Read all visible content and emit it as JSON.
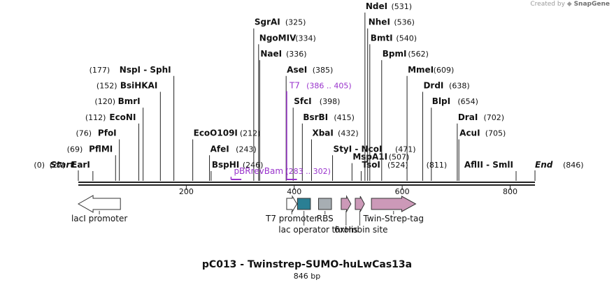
{
  "header": {
    "credit_prefix": "Created by",
    "credit_brand": "SnapGene"
  },
  "plasmid": {
    "name": "pC013 - Twinstrep-SUMO-huLwCas13a",
    "length_label": "846 bp",
    "length": 846
  },
  "colors": {
    "primer": "#9933cc",
    "line": "#222222",
    "text": "#111111",
    "tag_pink": "#cc99b8",
    "operator_teal": "#2a7f94",
    "rbs_gray": "#a7aeb3"
  },
  "axis": {
    "ticks": [
      200,
      400,
      600,
      800
    ]
  },
  "ends": [
    {
      "name": "Start",
      "pos": 0,
      "pos_label": "(0)"
    },
    {
      "name": "End",
      "pos": 846,
      "pos_label": "(846)"
    }
  ],
  "sites": [
    {
      "name": "EarI",
      "pos_label": "(27)",
      "pos": 27,
      "side": "left",
      "row": 0
    },
    {
      "name": "PflMI",
      "pos_label": "(69)",
      "pos": 69,
      "side": "left",
      "row": 1
    },
    {
      "name": "PfoI",
      "pos_label": "(76)",
      "pos": 76,
      "side": "left",
      "row": 2
    },
    {
      "name": "EcoNI",
      "pos_label": "(112)",
      "pos": 112,
      "side": "left",
      "row": 3
    },
    {
      "name": "BmrI",
      "pos_label": "(120)",
      "pos": 120,
      "side": "left",
      "row": 4
    },
    {
      "name": "BsiHKAI",
      "pos_label": "(152)",
      "pos": 152,
      "side": "left",
      "row": 5
    },
    {
      "name": "NspI - SphI",
      "pos_label": "(177)",
      "pos": 177,
      "side": "left",
      "row": 6
    },
    {
      "name": "EcoO109I",
      "pos_label": "(212)",
      "pos": 212,
      "side": "right",
      "row": 2
    },
    {
      "name": "AfeI",
      "pos_label": "(243)",
      "pos": 243,
      "side": "right",
      "row": 1
    },
    {
      "name": "BspHI",
      "pos_label": "(246)",
      "pos": 246,
      "side": "right",
      "row": 0
    },
    {
      "name": "SgrAI",
      "pos_label": "(325)",
      "pos": 325,
      "side": "right",
      "row": 9
    },
    {
      "name": "NgoMIV",
      "pos_label": "(334)",
      "pos": 334,
      "side": "right",
      "row": 8
    },
    {
      "name": "NaeI",
      "pos_label": "(336)",
      "pos": 336,
      "side": "right",
      "row": 7
    },
    {
      "name": "AseI",
      "pos_label": "(385)",
      "pos": 385,
      "side": "right",
      "row": 6
    },
    {
      "name": "SfcI",
      "pos_label": "(398)",
      "pos": 398,
      "side": "right",
      "row": 4
    },
    {
      "name": "BsrBI",
      "pos_label": "(415)",
      "pos": 415,
      "side": "right",
      "row": 3
    },
    {
      "name": "XbaI",
      "pos_label": "(432)",
      "pos": 432,
      "side": "right",
      "row": 2
    },
    {
      "name": "StyI - NcoI",
      "pos_label": "(471)",
      "pos": 471,
      "side": "right",
      "row": 1
    },
    {
      "name": "MspA1I",
      "pos_label": "(507)",
      "pos": 507,
      "side": "right",
      "row": 0.5
    },
    {
      "name": "TsoI",
      "pos_label": "(524)",
      "pos": 524,
      "side": "right",
      "row": 0
    },
    {
      "name": "NdeI",
      "pos_label": "(531)",
      "pos": 531,
      "side": "right",
      "row": 10
    },
    {
      "name": "NheI",
      "pos_label": "(536)",
      "pos": 536,
      "side": "right",
      "row": 9
    },
    {
      "name": "BmtI",
      "pos_label": "(540)",
      "pos": 540,
      "side": "right",
      "row": 8
    },
    {
      "name": "BpmI",
      "pos_label": "(562)",
      "pos": 562,
      "side": "right",
      "row": 7
    },
    {
      "name": "MmeI",
      "pos_label": "(609)",
      "pos": 609,
      "side": "right",
      "row": 6
    },
    {
      "name": "DrdI",
      "pos_label": "(638)",
      "pos": 638,
      "side": "right",
      "row": 5
    },
    {
      "name": "BlpI",
      "pos_label": "(654)",
      "pos": 654,
      "side": "right",
      "row": 4
    },
    {
      "name": "DraI",
      "pos_label": "(702)",
      "pos": 702,
      "side": "right",
      "row": 3
    },
    {
      "name": "AcuI",
      "pos_label": "(705)",
      "pos": 705,
      "side": "right",
      "row": 2
    },
    {
      "name": "AflII - SmlI",
      "pos_label": "(811)",
      "pos": 811,
      "side": "left",
      "row": 0
    }
  ],
  "primers": [
    {
      "name": "T7",
      "range_label": "(386 .. 405)",
      "start": 386,
      "end": 405,
      "row": 5
    },
    {
      "name": "pBRrevBam",
      "range_label": "(283 .. 302)",
      "start": 283,
      "end": 302,
      "row": -0.4
    }
  ],
  "features": [
    {
      "name": "lacI promoter",
      "start": 0,
      "end": 78,
      "shape": "arrow-left",
      "color": "#ffffff",
      "label_row": 0
    },
    {
      "name": "T7 promoter",
      "start": 386,
      "end": 405,
      "shape": "arrow-right",
      "color": "#ffffff",
      "label_row": 0
    },
    {
      "name": "lac operator",
      "start": 406,
      "end": 430,
      "shape": "box",
      "color": "#2a7f94",
      "label_row": 1
    },
    {
      "name": "RBS",
      "start": 445,
      "end": 469,
      "shape": "box",
      "color": "#a7aeb3",
      "label_row": 0
    },
    {
      "name": "6xHis",
      "start": 487,
      "end": 505,
      "shape": "arrow-right",
      "color": "#cc99b8",
      "label_row": 1
    },
    {
      "name": "thrombin site",
      "start": 513,
      "end": 530,
      "shape": "arrow-right",
      "color": "#cc99b8",
      "label_row": 1
    },
    {
      "name": "Twin-Strep-tag",
      "start": 543,
      "end": 625,
      "shape": "arrow-right",
      "color": "#cc99b8",
      "label_row": 0
    }
  ]
}
